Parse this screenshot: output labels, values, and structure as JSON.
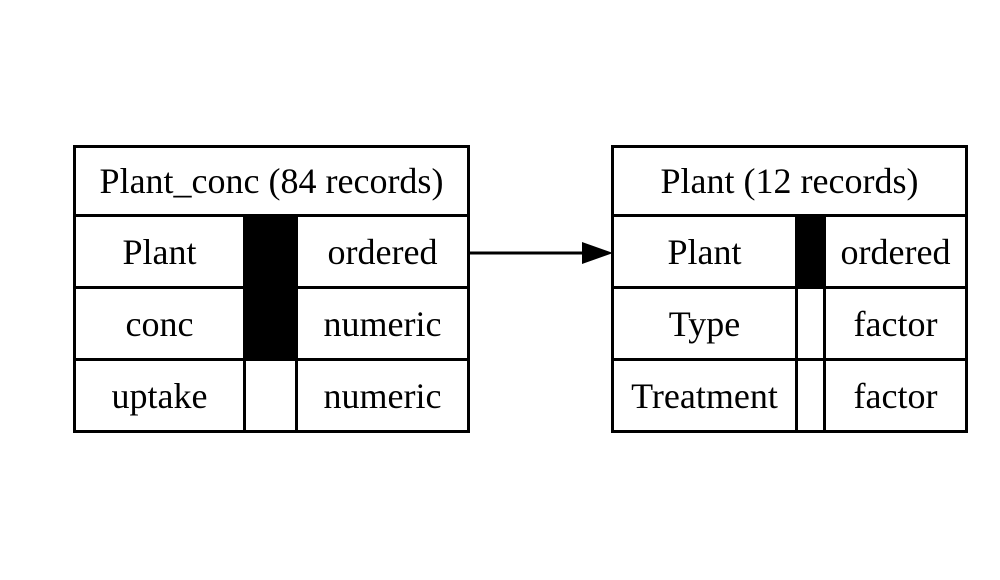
{
  "colors": {
    "background": "#ffffff",
    "line": "#000000",
    "text": "#000000",
    "key_fill": "#000000"
  },
  "diagram": {
    "kind": "data-model entity diagram",
    "tables": [
      {
        "title": "Plant_conc (84 records)",
        "columns": [
          {
            "name": "Plant",
            "type": "ordered",
            "key": true
          },
          {
            "name": "conc",
            "type": "numeric",
            "key": true
          },
          {
            "name": "uptake",
            "type": "numeric",
            "key": false
          }
        ]
      },
      {
        "title": "Plant (12 records)",
        "columns": [
          {
            "name": "Plant",
            "type": "ordered",
            "key": true
          },
          {
            "name": "Type",
            "type": "factor",
            "key": false
          },
          {
            "name": "Treatment",
            "type": "factor",
            "key": false
          }
        ]
      }
    ],
    "relation": {
      "from_table": "Plant_conc",
      "from_column": "Plant",
      "to_table": "Plant",
      "to_column": "Plant",
      "direction": "left-to-right"
    }
  }
}
